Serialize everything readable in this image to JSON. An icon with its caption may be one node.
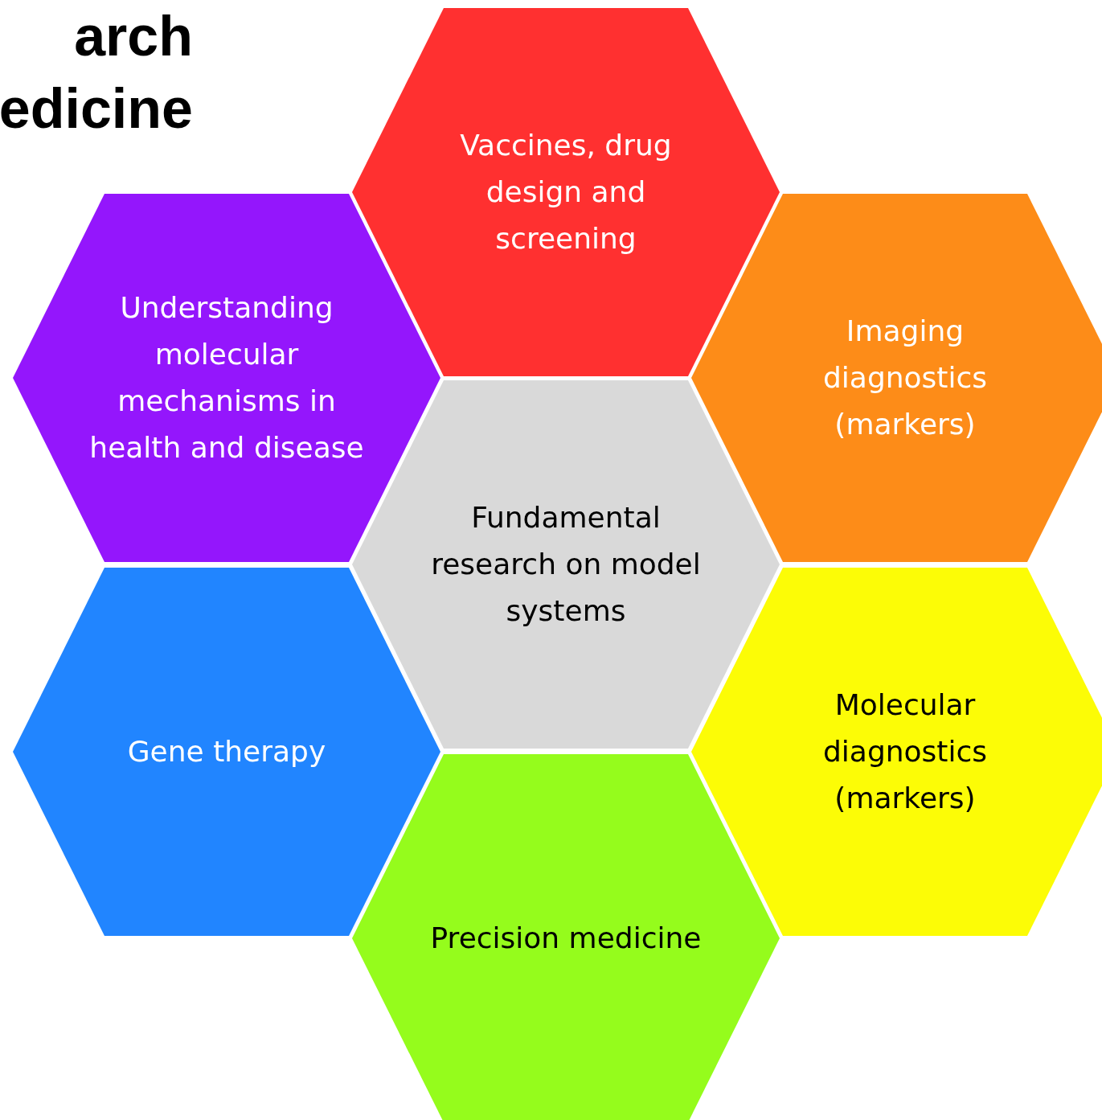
{
  "diagram": {
    "title": "arch edicine",
    "nodes": [
      {
        "text": [
          "Vaccines, drug design and screening"
        ]
      },
      {
        "text": [
          "Understanding molecular mechanisms in health and disease"
        ]
      },
      {
        "text": [
          "Imaging diagnostics (markers)"
        ]
      },
      {
        "text": [
          "Fundamental research on model systems"
        ]
      },
      {
        "text": [
          "Gene therapy"
        ]
      },
      {
        "text": [
          "Molecular diagnostics (markers)"
        ]
      },
      {
        "text": [
          "Precision medicine"
        ]
      }
    ]
  }
}
